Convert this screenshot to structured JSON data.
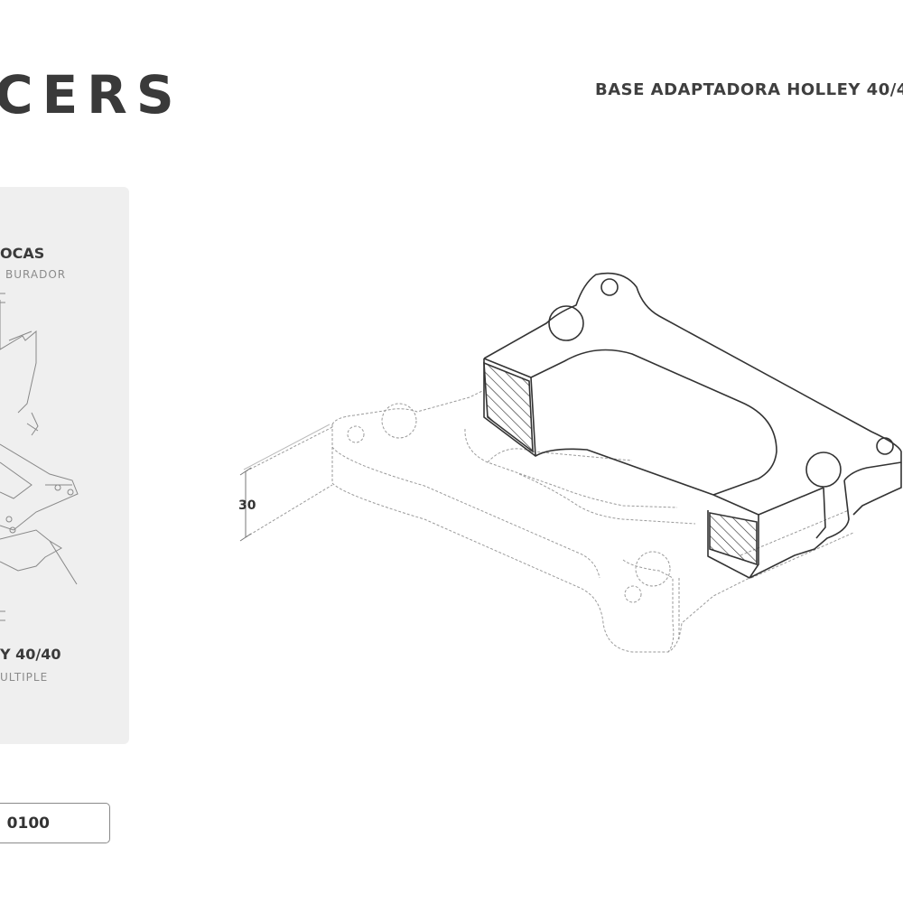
{
  "header": {
    "brand": "CERS",
    "title": "BASE ADAPTADORA HOLLEY 40/4"
  },
  "side_panel": {
    "item1_heading": "OCAS",
    "item1_subtext": "BURADOR",
    "item2_heading": "Y 40/40",
    "item2_subtext": "ULTIPLE"
  },
  "code_box": {
    "value": "0100"
  },
  "drawing": {
    "dimension_label": "30"
  },
  "colors": {
    "line": "#333333",
    "hidden_line": "#9a9a9a",
    "panel_bg": "#efefef"
  }
}
